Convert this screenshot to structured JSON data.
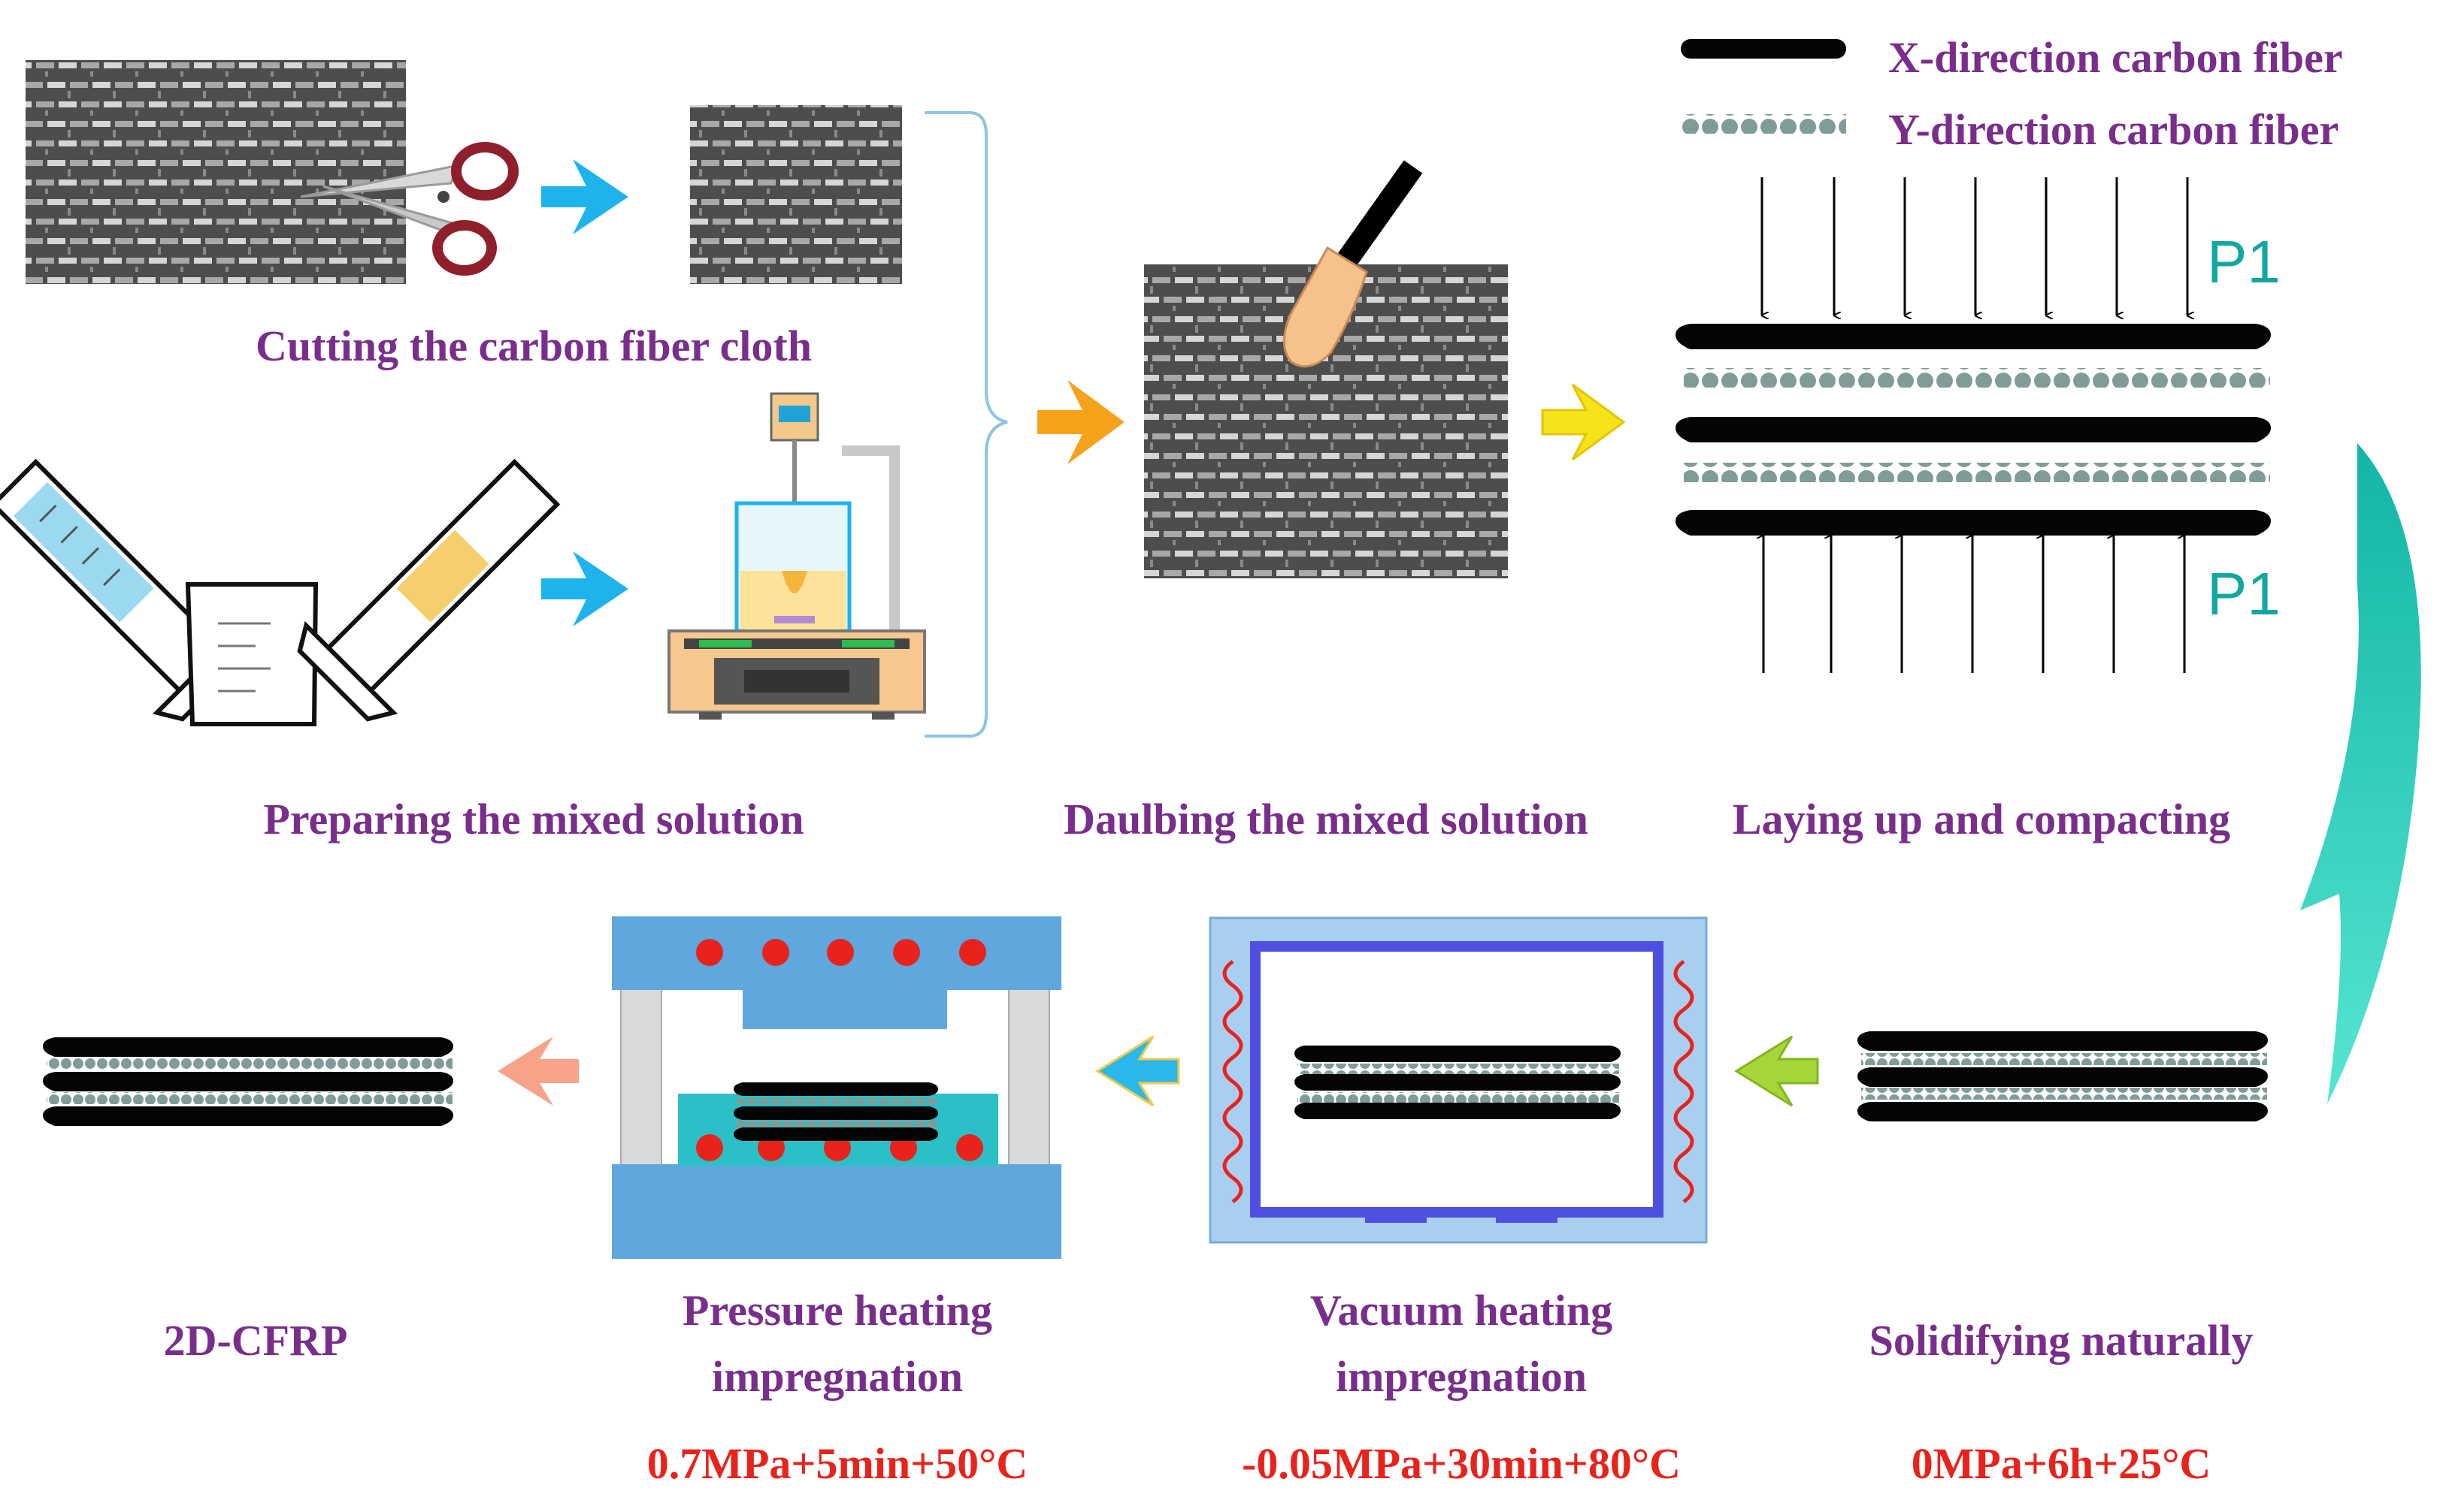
{
  "legend": {
    "x_fiber": "X-direction carbon fiber",
    "y_fiber": "Y-direction carbon fiber"
  },
  "pressure_labels": {
    "top": "P1",
    "bottom": "P1"
  },
  "steps": {
    "cutting": "Cutting the carbon fiber cloth",
    "preparing": "Preparing the mixed solution",
    "daubing": "Daulbing the mixed  solution",
    "laying": "Laying up and compacting",
    "solidifying": "Solidifying naturally",
    "vacuum_line1": "Vacuum heating",
    "vacuum_line2": "impregnation",
    "pressure_line1": "Pressure heating",
    "pressure_line2": "impregnation",
    "product": "2D-CFRP"
  },
  "conditions": {
    "solidifying": "0MPa+6h+25°C",
    "vacuum": "-0.05MPa+30min+80°C",
    "pressure": "0.7MPa+5min+50°C"
  },
  "colors": {
    "label_purple": "#7a2e8c",
    "condition_red": "#e8231c",
    "pressure_teal": "#12a8a0",
    "arrow_blue": "#1fb3ec",
    "arrow_orange": "#f7a21b",
    "arrow_yellow": "#f5e41a",
    "arrow_green": "#a6d63a",
    "arrow_light_blue": "#2cb8e8",
    "arrow_salmon": "#f7a38a",
    "curve_teal": "#27cdb9",
    "fiber_black": "#050505",
    "fiber_dot": "#7f9c98",
    "press_blue": "#5fa7dc",
    "heater_red": "#e8231c",
    "vacuum_bg": "#a9cff0",
    "vacuum_frame": "#4f4fe0"
  }
}
